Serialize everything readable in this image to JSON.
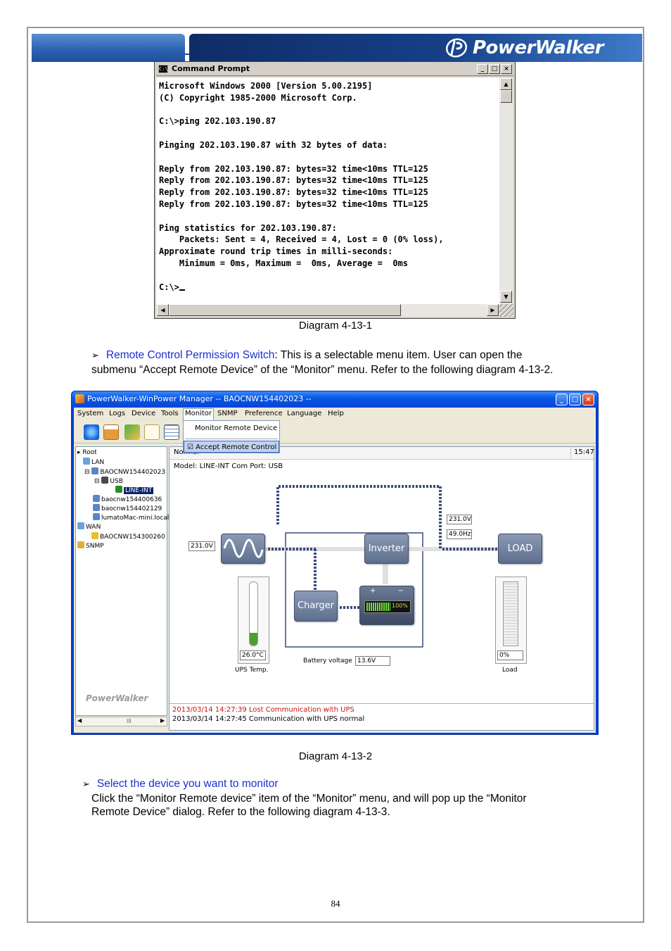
{
  "header": {
    "brand_text": "PowerWalker"
  },
  "cmd_window": {
    "title": "Command Prompt",
    "icon_text": "C:\\",
    "minimize": "_",
    "maximize": "□",
    "close": "×",
    "lines": [
      "Microsoft Windows 2000 [Version 5.00.2195]",
      "(C) Copyright 1985-2000 Microsoft Corp.",
      "",
      "C:\\>ping 202.103.190.87",
      "",
      "Pinging 202.103.190.87 with 32 bytes of data:",
      "",
      "Reply from 202.103.190.87: bytes=32 time<10ms TTL=125",
      "Reply from 202.103.190.87: bytes=32 time<10ms TTL=125",
      "Reply from 202.103.190.87: bytes=32 time<10ms TTL=125",
      "Reply from 202.103.190.87: bytes=32 time<10ms TTL=125",
      "",
      "Ping statistics for 202.103.190.87:",
      "    Packets: Sent = 4, Received = 4, Lost = 0 (0% loss),",
      "Approximate round trip times in milli-seconds:",
      "    Minimum = 0ms, Maximum =  0ms, Average =  0ms",
      "",
      "C:\\>"
    ]
  },
  "captions": {
    "diagram1": "Diagram 4-13-1",
    "diagram2": "Diagram 4-13-2"
  },
  "section1": {
    "bullet": "➢",
    "link_text": "Remote Control Permission Switch",
    "text_line1": ": This is a selectable menu item. User can open the",
    "text_line2": "submenu “Accept Remote Device” of the “Monitor” menu. Refer to the following diagram 4-13-2."
  },
  "section2": {
    "bullet": "➢",
    "link_text": "Select the device you want to monitor",
    "text_line1": "Click the “Monitor Remote device” item of the “Monitor” menu, and will pop up the “Monitor",
    "text_line2": "Remote Device” dialog. Refer to the following diagram 4-13-3."
  },
  "winpower": {
    "title": "PowerWalker-WinPower Manager -- BAOCNW154402023 --",
    "menu": [
      "System",
      "Logs",
      "Device",
      "Tools",
      "Monitor",
      "SNMP",
      "Preference",
      "Language",
      "Help"
    ],
    "dropdown": {
      "item1": "Monitor Remote Device",
      "item2": "Accept Remote Control",
      "item2_check": "☑"
    },
    "tree": {
      "root": "Root",
      "lan": "LAN",
      "host1": "BAOCNW154402023",
      "usb": "USB",
      "lineint": "LINE-INT",
      "host2": "baocnw154400636",
      "host3": "baocnw154402129",
      "host4": "lumatoMac-mini.local",
      "wan": "WAN",
      "host5": "BAOCNW154300260",
      "snmp": "SNMP",
      "logo": "PowerWalker"
    },
    "status": {
      "state": "Normal",
      "time": "15:47"
    },
    "model_line": "Model: LINE-INT    Com Port: USB",
    "diagram": {
      "input_voltage": "231.0V",
      "output_voltage": "231.0V",
      "output_freq": "49.0Hz",
      "inverter": "Inverter",
      "charger": "Charger",
      "load": "LOAD",
      "battery_pct": "100%",
      "battery_plus": "+",
      "battery_minus": "−",
      "battery_voltage_label": "Battery voltage",
      "battery_voltage": "13.6V",
      "temp_value": "26.0°C",
      "temp_label": "UPS Temp.",
      "load_value": "0%",
      "load_label": "Load",
      "temp_fill": 0.2,
      "load_fill": 0.0
    },
    "log": [
      {
        "text": "2013/03/14 14:27:39  Lost Communication with UPS",
        "color": "#d01010"
      },
      {
        "text": "2013/03/14 14:27:45  Communication with UPS normal",
        "color": "#000000"
      }
    ],
    "tree_scroll_mid": "III"
  },
  "page_number": "84"
}
